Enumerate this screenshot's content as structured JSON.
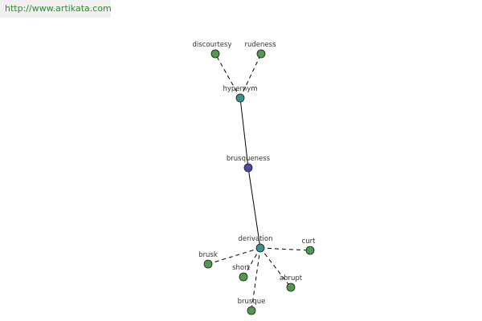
{
  "site": {
    "url": "http://www.artikata.com"
  },
  "graph": {
    "colors": {
      "center": "#4a4aa8",
      "hub": "#3f8f8f",
      "leaf": "#4f9a4f",
      "edge": "#000000"
    },
    "nodes": [
      {
        "id": "brusqueness",
        "label": "brusqueness",
        "kind": "center"
      },
      {
        "id": "hypernym",
        "label": "hypernym",
        "kind": "hub"
      },
      {
        "id": "derivation",
        "label": "derivation",
        "kind": "hub"
      },
      {
        "id": "discourtesy",
        "label": "discourtesy",
        "kind": "leaf"
      },
      {
        "id": "rudeness",
        "label": "rudeness",
        "kind": "leaf"
      },
      {
        "id": "curt",
        "label": "curt",
        "kind": "leaf"
      },
      {
        "id": "brusk",
        "label": "brusk",
        "kind": "leaf"
      },
      {
        "id": "short",
        "label": "short",
        "kind": "leaf"
      },
      {
        "id": "abrupt",
        "label": "abrupt",
        "kind": "leaf"
      },
      {
        "id": "brusque",
        "label": "brusque",
        "kind": "leaf"
      }
    ],
    "edges": [
      {
        "from": "brusqueness",
        "to": "hypernym",
        "style": "solid"
      },
      {
        "from": "brusqueness",
        "to": "derivation",
        "style": "solid"
      },
      {
        "from": "hypernym",
        "to": "discourtesy",
        "style": "dashed"
      },
      {
        "from": "hypernym",
        "to": "rudeness",
        "style": "dashed"
      },
      {
        "from": "derivation",
        "to": "curt",
        "style": "dashed"
      },
      {
        "from": "derivation",
        "to": "brusk",
        "style": "dashed"
      },
      {
        "from": "derivation",
        "to": "short",
        "style": "dashed"
      },
      {
        "from": "derivation",
        "to": "abrupt",
        "style": "dashed"
      },
      {
        "from": "derivation",
        "to": "brusque",
        "style": "dashed"
      }
    ]
  }
}
